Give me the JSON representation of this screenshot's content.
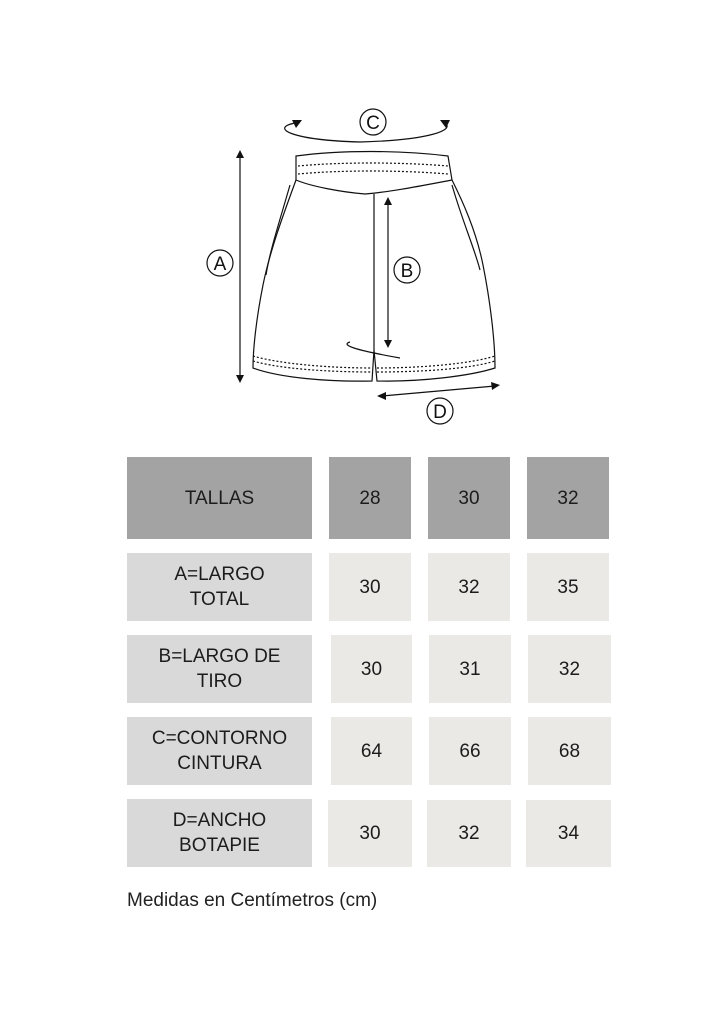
{
  "diagram": {
    "title": "Shorts measurement diagram",
    "labels": {
      "A": "A",
      "B": "B",
      "C": "C",
      "D": "D"
    }
  },
  "table": {
    "header": {
      "label": "TALLAS",
      "sizes": [
        "28",
        "30",
        "32"
      ]
    },
    "rows": [
      {
        "label": "A=LARGO\nTOTAL",
        "values": [
          "30",
          "32",
          "35"
        ]
      },
      {
        "label": "B=LARGO DE\nTIRO",
        "values": [
          "30",
          "31",
          "32"
        ]
      },
      {
        "label": "C=CONTORNO\nCINTURA",
        "values": [
          "64",
          "66",
          "68"
        ]
      },
      {
        "label": "D=ANCHO\nBOTAPIE",
        "values": [
          "30",
          "32",
          "34"
        ]
      }
    ]
  },
  "footnote": "Medidas en Centímetros (cm)",
  "colors": {
    "header": "#a3a3a3",
    "row_label": "#d9d9d9",
    "row_value": "#eae9e6"
  }
}
